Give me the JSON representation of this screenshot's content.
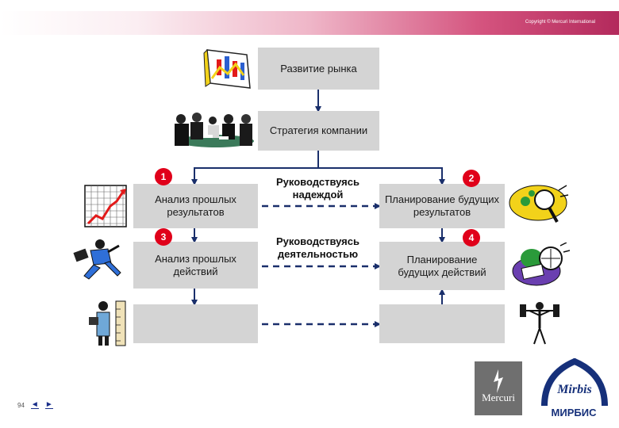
{
  "header": {
    "copyright": "Copyright © Mercuri International"
  },
  "top_boxes": {
    "market": "Развитие рынка",
    "strategy": "Стратегия компании"
  },
  "left": {
    "past_results": "Анализ прошлых результатов",
    "past_actions": "Анализ прошлых действий"
  },
  "right": {
    "future_results": "Планирование будущих результатов",
    "future_actions": "Планирование будущих действий"
  },
  "middle": {
    "hope": "Руководствуясь надеждой",
    "activity": "Руководствуясь деятельностью"
  },
  "badges": {
    "b1": "1",
    "b2": "2",
    "b3": "3",
    "b4": "4"
  },
  "footer": {
    "page": "94",
    "prev": "◄",
    "next": "►"
  },
  "logos": {
    "mercuri": "Mercuri",
    "mirbis": "МИРБИС"
  },
  "colors": {
    "header_accent": "#b32a5c",
    "badge": "#e0001a",
    "arrow": "#1a2f6b",
    "box": "#d4d4d4"
  }
}
